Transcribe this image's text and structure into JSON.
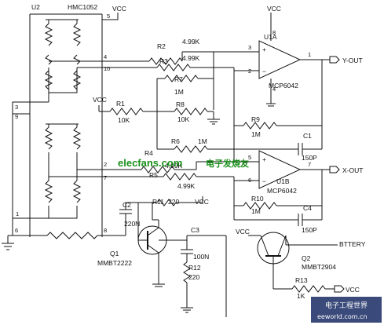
{
  "ic": {
    "ref": "U2",
    "part": "HMC1052",
    "vcc": "VCC",
    "pins": {
      "p5": "5",
      "p4": "4",
      "p10": "10",
      "p3": "3",
      "p9": "9",
      "p2": "2",
      "p7": "7",
      "p1": "1",
      "p6": "6",
      "p8": "8"
    }
  },
  "opamp_a": {
    "ref": "U1A",
    "part": "MCP6042",
    "pin_plus": "3",
    "pin_minus": "2",
    "pin_out": "1",
    "pin_vcc": "8",
    "pin_gnd": "4",
    "vcc": "VCC",
    "output": "Y-OUT"
  },
  "opamp_b": {
    "ref": "U1B",
    "part": "MCP6042",
    "pin_plus": "5",
    "pin_minus": "6",
    "pin_out": "7",
    "output": "X-OUT"
  },
  "resistors": {
    "r2": {
      "ref": "R2",
      "value": "4.99K"
    },
    "r3": {
      "ref": "R3",
      "value": "4.99K"
    },
    "r7": {
      "ref": "R7",
      "value": "1M"
    },
    "r1": {
      "ref": "R1",
      "value": "10K"
    },
    "r8": {
      "ref": "R8",
      "value": "10K"
    },
    "r9": {
      "ref": "R9",
      "value": "1M"
    },
    "r6": {
      "ref": "R6",
      "value": "1M"
    },
    "r4": {
      "ref": "R4",
      "value": "4.99K"
    },
    "r5": {
      "ref": "R5",
      "value": "4.99K"
    },
    "r10": {
      "ref": "R10",
      "value": "1M"
    },
    "r11": {
      "ref": "R11",
      "value": "220"
    },
    "r12": {
      "ref": "R12",
      "value": "220"
    },
    "r13": {
      "ref": "R13",
      "value": "1K"
    }
  },
  "capacitors": {
    "c1": {
      "ref": "C1",
      "value": "150P"
    },
    "c4": {
      "ref": "C4",
      "value": "150P"
    },
    "c2": {
      "ref": "C2",
      "value": "220N"
    },
    "c3": {
      "ref": "C3",
      "value": "100N"
    }
  },
  "transistors": {
    "q1": {
      "ref": "Q1",
      "part": "MMBT2222"
    },
    "q2": {
      "ref": "Q2",
      "part": "MMBT2904"
    }
  },
  "labels": {
    "vcc": "VCC",
    "battery": "BTTERY"
  },
  "watermarks": {
    "site": "elecfans.com",
    "site_cn": "电子发烧友",
    "corner_cn": "电子工程世界",
    "corner_en": "eeworld.com.cn"
  }
}
